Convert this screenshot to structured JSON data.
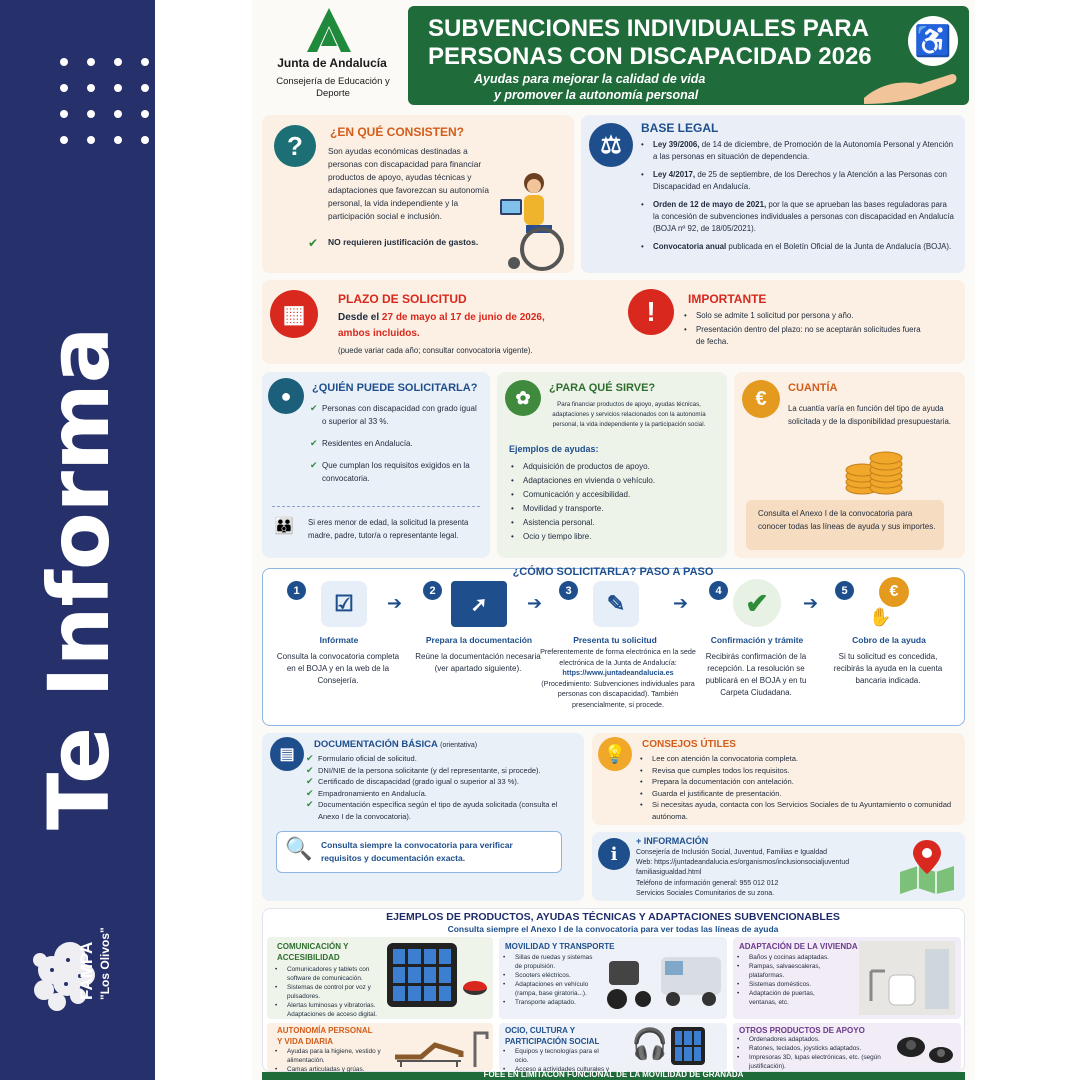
{
  "side": {
    "vertical_text": "Te Informa",
    "org_name": "FAMPA",
    "org_sub": "\"Los Olivos\""
  },
  "header": {
    "org_name": "Junta de Andalucía",
    "org_dept": "Consejería de Educación y Deporte",
    "title_line1": "SUBVENCIONES INDIVIDUALES PARA",
    "title_line2": "PERSONAS CON DISCAPACIDAD 2026",
    "subtitle_line1": "Ayudas para mejorar la calidad de vida",
    "subtitle_line2": "y promover la autonomía personal"
  },
  "consisten": {
    "title": "¿EN QUÉ CONSISTEN?",
    "body": "Son ayudas económicas destinadas a personas con discapacidad para financiar productos de apoyo, ayudas técnicas y adaptaciones que favorezcan su autonomía personal, la vida independiente y la participación social e inclusión.",
    "note": "NO requieren justificación de gastos."
  },
  "base_legal": {
    "title": "BASE LEGAL",
    "items": [
      {
        "bold": "Ley 39/2006,",
        "text": " de 14 de diciembre, de Promoción de la Autonomía Personal y Atención a las personas en situación de dependencia."
      },
      {
        "bold": "Ley 4/2017,",
        "text": " de 25 de septiembre, de los Derechos y la Atención a las Personas con Discapacidad en Andalucía."
      },
      {
        "bold": "Orden de 12 de mayo de 2021,",
        "text": " por la que se aprueban las bases reguladoras para la concesión de subvenciones individuales a personas con discapacidad en Andalucía (BOJA nº 92, de 18/05/2021)."
      },
      {
        "bold": "Convocatoria anual",
        "text": " publicada en el Boletín Oficial de la Junta de Andalucía (BOJA)."
      }
    ]
  },
  "plazo": {
    "title": "PLAZO DE SOLICITUD",
    "pre": "Desde el ",
    "dates": "27 de mayo al 17 de junio de 2026,",
    "line2": "ambos incluidos.",
    "note": "(puede variar cada año; consultar convocatoria vigente)."
  },
  "importante": {
    "title": "IMPORTANTE",
    "items": [
      "Solo se admite 1 solicitud por persona y año.",
      "Presentación dentro del plazo: no se aceptarán solicitudes fuera de fecha."
    ]
  },
  "quien": {
    "title": "¿QUIÉN PUEDE SOLICITARLA?",
    "items": [
      "Personas con discapacidad con grado igual o superior al 33 %.",
      "Residentes en Andalucía.",
      "Que cumplan los requisitos exigidos en la convocatoria."
    ],
    "note": "Si eres menor de edad, la solicitud la presenta madre, padre, tutor/a o representante legal."
  },
  "para_que": {
    "title": "¿PARA QUÉ SIRVE?",
    "intro": "Para financiar productos de apoyo, ayudas técnicas, adaptaciones y servicios relacionados con la autonomía personal, la vida independiente y la participación social.",
    "examples_title": "Ejemplos de ayudas:",
    "items": [
      "Adquisición de productos de apoyo.",
      "Adaptaciones en vivienda o vehículo.",
      "Comunicación y accesibilidad.",
      "Movilidad y transporte.",
      "Asistencia personal.",
      "Ocio y tiempo libre."
    ]
  },
  "cuantia": {
    "title": "CUANTÍA",
    "body": "La cuantía varía en función del tipo de ayuda solicitada y de la disponibilidad presupuestaria.",
    "note": "Consulta el Anexo I de la convocatoria para conocer todas las líneas de ayuda y sus importes.",
    "icon_symbol": "€"
  },
  "pasos": {
    "title": "¿CÓMO SOLICITARLA? PASO A PASO",
    "steps": [
      {
        "n": "1",
        "title": "Infórmate",
        "text": "Consulta la convocatoria completa en el BOJA y en la web de la Consejería."
      },
      {
        "n": "2",
        "title": "Prepara la documentación",
        "text": "Reúne la documentación necesaria (ver apartado siguiente)."
      },
      {
        "n": "3",
        "title": "Presenta tu solicitud",
        "text": "Preferentemente de forma electrónica en la sede electrónica de la Junta de Andalucía:",
        "link": "https://www.juntadeandalucia.es",
        "text2": "(Procedimiento: Subvenciones individuales para personas con discapacidad). También presencialmente, si procede."
      },
      {
        "n": "4",
        "title": "Confirmación y trámite",
        "text": "Recibirás confirmación de la recepción. La resolución se publicará en el BOJA y en tu Carpeta Ciudadana."
      },
      {
        "n": "5",
        "title": "Cobro de la ayuda",
        "text": "Si tu solicitud es concedida, recibirás la ayuda en la cuenta bancaria indicada."
      }
    ]
  },
  "documentacion": {
    "title": "DOCUMENTACIÓN BÁSICA",
    "title_note": "(orientativa)",
    "items": [
      "Formulario oficial de solicitud.",
      "DNI/NIE de la persona solicitante (y del representante, si procede).",
      "Certificado de discapacidad (grado igual o superior al 33 %).",
      "Empadronamiento en Andalucía.",
      "Documentación específica según el tipo de ayuda solicitada (consulta el Anexo I de la convocatoria)."
    ],
    "callout": "Consulta siempre la convocatoria para verificar requisitos y documentación exacta."
  },
  "consejos": {
    "title": "CONSEJOS ÚTILES",
    "items": [
      "Lee con atención la convocatoria completa.",
      "Revisa que cumples todos los requisitos.",
      "Prepara la documentación con antelación.",
      "Guarda el justificante de presentación.",
      "Si necesitas ayuda, contacta con los Servicios Sociales de tu Ayuntamiento o comunidad autónoma."
    ]
  },
  "info": {
    "title": "+ INFORMACIÓN",
    "lines": [
      "Consejería de Inclusión Social, Juventud, Familias e Igualdad",
      "Web: https://juntadeandalucia.es/organismos/inclusionsocialjuventud",
      "familiasigualdad.html",
      "Teléfono de información general: 955 012 012",
      "Servicios Sociales Comunitarios de su zona."
    ]
  },
  "ejemplos": {
    "title": "EJEMPLOS DE PRODUCTOS, AYUDAS TÉCNICAS Y ADAPTACIONES SUBVENCIONABLES",
    "subtitle": "Consulta siempre el Anexo I de la convocatoria para ver todas las líneas de ayuda",
    "panels": [
      {
        "title": "COMUNICACIÓN Y ACCESIBILIDAD",
        "items": [
          "Comunicadores y tablets con software de comunicación.",
          "Sistemas de control por voz y pulsadores.",
          "Alertas luminosas y vibratorias. Adaptaciones de acceso digital."
        ]
      },
      {
        "title": "MOVILIDAD Y TRANSPORTE",
        "items": [
          "Sillas de ruedas y sistemas de propulsión.",
          "Scooters eléctricos.",
          "Adaptaciones en vehículo (rampa, base giratoria...).",
          "Transporte adaptado."
        ]
      },
      {
        "title": "ADAPTACIÓN DE LA VIVIENDA",
        "items": [
          "Baños y cocinas adaptadas.",
          "Rampas, salvaescaleras, plataformas.",
          "Sistemas domésticos.",
          "Adaptación de puertas, ventanas, etc."
        ]
      },
      {
        "title": "AUTONOMÍA PERSONAL Y VIDA DIARIA",
        "items": [
          "Ayudas para la higiene, vestido y alimentación.",
          "Camas articuladas y grúas."
        ]
      },
      {
        "title": "OCIO, CULTURA Y PARTICIPACIÓN SOCIAL",
        "items": [
          "Equipos y tecnologías para el ocio.",
          "Acceso a actividades culturales y recreativas."
        ]
      },
      {
        "title": "OTROS PRODUCTOS DE APOYO",
        "items": [
          "Ordenadores adaptados.",
          "Ratones, teclados, joysticks adaptados.",
          "Impresoras 3D, lupas electrónicas, etc. (según justificación)."
        ]
      }
    ]
  },
  "footer": {
    "text": "FOEE EN LIMITACÓN FUNCIONAL DE LA MOVILIDAD DE GRANADA"
  },
  "colors": {
    "navy": "#26306b",
    "green": "#1f6b3a",
    "blue": "#1e4f8c",
    "red": "#d9281e",
    "orange": "#e4731f",
    "teal": "#1c6f75"
  }
}
